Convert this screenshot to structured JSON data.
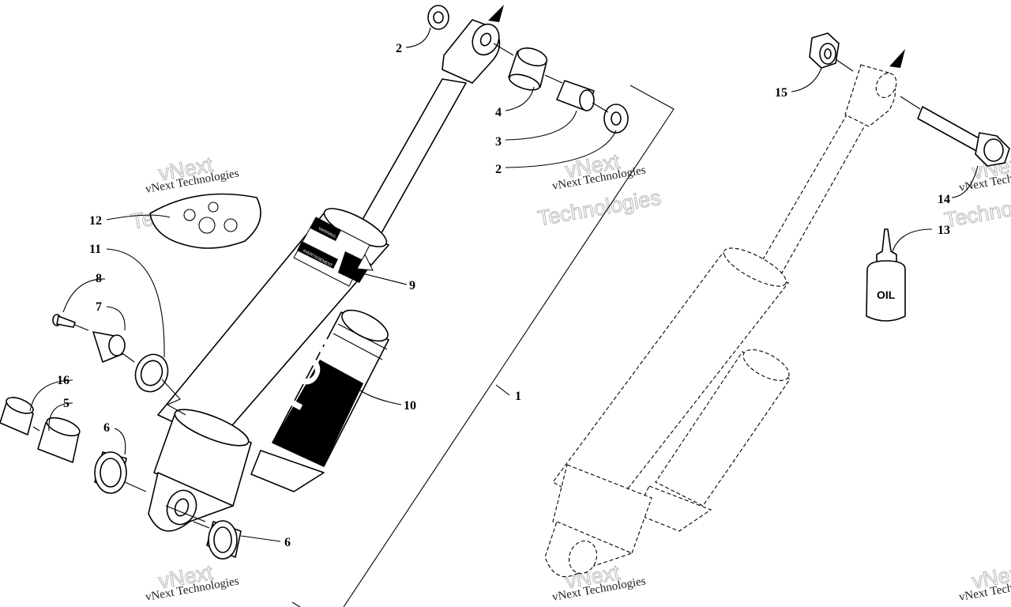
{
  "callouts": [
    {
      "id": "c2a",
      "label": "2"
    },
    {
      "id": "c4",
      "label": "4"
    },
    {
      "id": "c3",
      "label": "3"
    },
    {
      "id": "c2b",
      "label": "2"
    },
    {
      "id": "c12",
      "label": "12"
    },
    {
      "id": "c11",
      "label": "11"
    },
    {
      "id": "c8",
      "label": "8"
    },
    {
      "id": "c7",
      "label": "7"
    },
    {
      "id": "c16",
      "label": "16"
    },
    {
      "id": "c5",
      "label": "5"
    },
    {
      "id": "c6a",
      "label": "6"
    },
    {
      "id": "c6b",
      "label": "6"
    },
    {
      "id": "c9",
      "label": "9"
    },
    {
      "id": "c10",
      "label": "10"
    },
    {
      "id": "c1",
      "label": "1"
    },
    {
      "id": "c15",
      "label": "15"
    },
    {
      "id": "c14",
      "label": "14"
    },
    {
      "id": "c13",
      "label": "13"
    }
  ],
  "watermark": {
    "line1": "vNext Technologies",
    "line2": "vNext",
    "line3": "Technologies"
  },
  "oil_label": "OIL",
  "warning_label": "WARNING",
  "avertissement_label": "AVERTISSEMENT",
  "brand": "FOX"
}
